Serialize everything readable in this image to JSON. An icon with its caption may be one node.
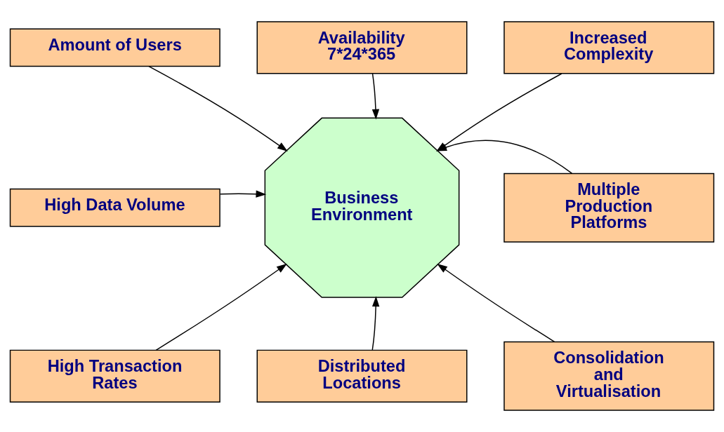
{
  "diagram": {
    "nodes": [
      {
        "text": [
          "Availability 7*24*365"
        ]
      },
      {
        "text": [
          "Amount of Users"
        ]
      },
      {
        "text": [
          "Increased Complexity"
        ]
      },
      {
        "text": [
          "High Data Volume"
        ]
      },
      {
        "text": [
          "Business Environment"
        ]
      },
      {
        "text": [
          "Multiple Production Platforms"
        ]
      },
      {
        "text": [
          "High Transaction Rates"
        ]
      },
      {
        "text": [
          "Consolidation and Virtualisation"
        ]
      },
      {
        "text": [
          "Distributed Locations"
        ]
      }
    ],
    "edges": [
      {
        "from": 0,
        "to": 4,
        "arrow": "to"
      },
      {
        "from": 1,
        "to": 4,
        "arrow": "to"
      },
      {
        "from": 2,
        "to": 4,
        "arrow": "to"
      },
      {
        "from": 3,
        "to": 4,
        "arrow": "to"
      },
      {
        "from": 5,
        "to": 4,
        "arrow": "to"
      },
      {
        "from": 6,
        "to": 4,
        "arrow": "to"
      },
      {
        "from": 7,
        "to": 4,
        "arrow": "to"
      },
      {
        "from": 8,
        "to": 4,
        "arrow": "to"
      }
    ]
  }
}
